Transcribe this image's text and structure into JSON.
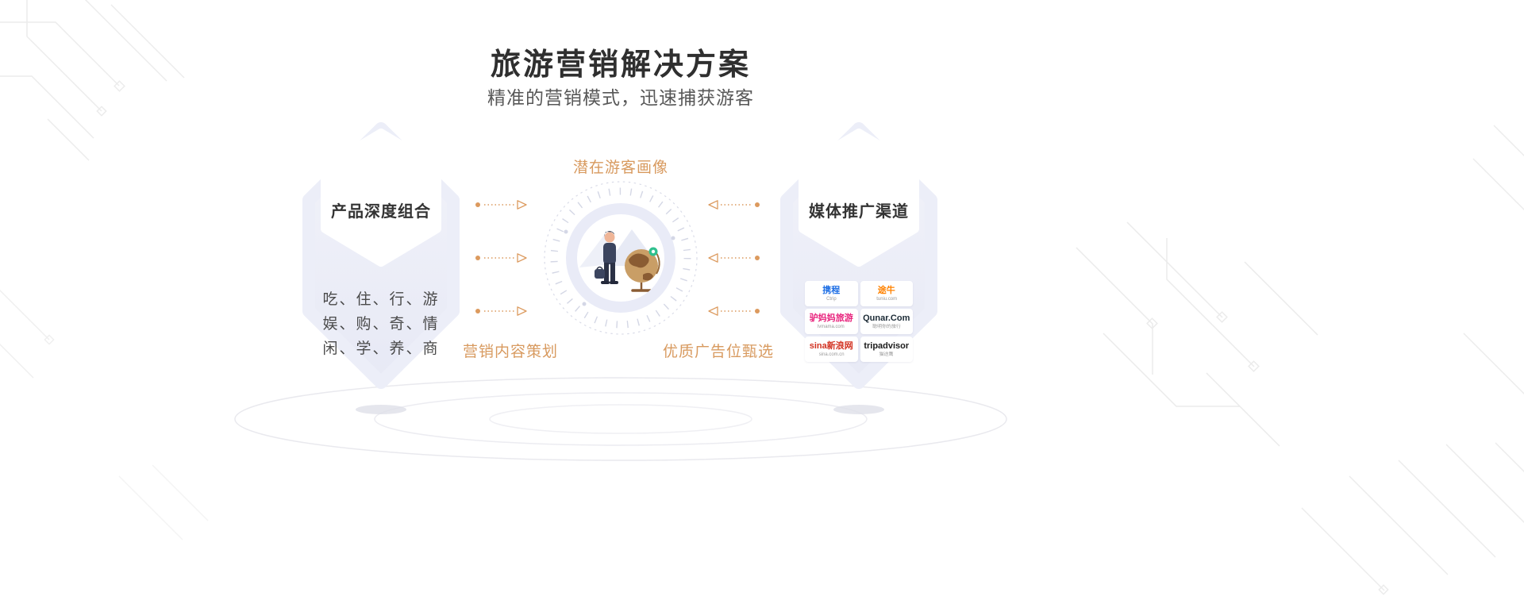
{
  "header": {
    "title": "旅游营销解决方案",
    "subtitle": "精准的营销模式，迅速捕获游客"
  },
  "left_card": {
    "title": "产品深度组合",
    "lines": [
      "吃、住、行、游",
      "娱、购、奇、情",
      "闲、学、养、商"
    ]
  },
  "center_diagram": {
    "top_label": "潜在游客画像",
    "bottom_left_label": "营销内容策划",
    "bottom_right_label": "优质广告位甄选"
  },
  "right_card": {
    "title": "媒体推广渠道",
    "logos": [
      {
        "id": "ctrip",
        "main": "携程",
        "sub": "Ctrip",
        "color": "#1f6fe5"
      },
      {
        "id": "tuniu",
        "main": "途牛",
        "sub": "tuniu.com",
        "color": "#ff8200"
      },
      {
        "id": "lvmama",
        "main": "驴妈妈旅游",
        "sub": "lvmama.com",
        "color": "#e8247d"
      },
      {
        "id": "qunar",
        "main": "Qunar.Com",
        "sub": "聪明你的旅行",
        "color": "#1c2b36"
      },
      {
        "id": "sina",
        "main": "sina新浪网",
        "sub": "sina.com.cn",
        "color": "#d23120"
      },
      {
        "id": "tripadvisor",
        "main": "tripadvisor",
        "sub": "猫途鹰",
        "color": "#1a1a1a"
      }
    ]
  },
  "colors": {
    "accent_orange": "#d89a5f",
    "card_lavender": "#ECEEF8",
    "title_dark": "#2f2f2f"
  }
}
